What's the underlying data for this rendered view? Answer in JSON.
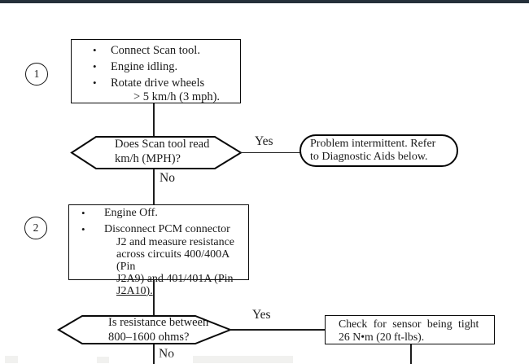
{
  "colors": {
    "top_edge_bar": "#25303a",
    "ink": "#1a1a1a"
  },
  "step1": {
    "number": "1",
    "instructions": {
      "line1": "Connect Scan tool.",
      "line2": "Engine idling.",
      "line3": "Rotate drive wheels",
      "line4": "> 5 km/h (3 mph)."
    },
    "decision": {
      "line1": "Does Scan tool read",
      "line2": "km/h (MPH)?"
    },
    "yes_label": "Yes",
    "no_label": "No",
    "yes_outcome": {
      "line1": "Problem intermittent. Refer",
      "line2": "to Diagnostic Aids below."
    }
  },
  "step2": {
    "number": "2",
    "instructions": {
      "line1": "Engine Off.",
      "line2": "Disconnect PCM connector",
      "line3": "J2 and measure resistance",
      "line4": "across circuits 400/400A (Pin",
      "line5": "J2A9) and 401/401A (Pin",
      "line6": "J2A10)."
    },
    "decision": {
      "line1": "Is resistance between",
      "line2": "800–1600 ohms?"
    },
    "yes_label": "Yes",
    "no_label": "No",
    "yes_outcome": {
      "line1": "Check for sensor being tight",
      "line2": "26 N•m (20 ft-lbs)."
    }
  }
}
